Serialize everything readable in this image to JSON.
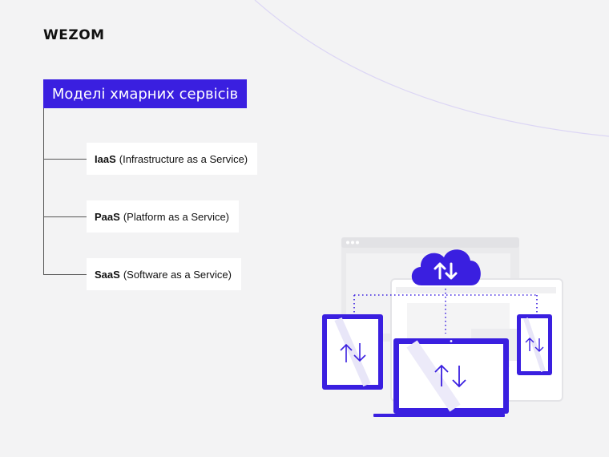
{
  "brand": {
    "logo_text": "WEZOM"
  },
  "diagram": {
    "title": "Моделі хмарних сервісів",
    "items": [
      {
        "abbr": "IaaS",
        "desc": "(Infrastructure as a Service)"
      },
      {
        "abbr": "PaaS",
        "desc": "(Platform as a Service)"
      },
      {
        "abbr": "SaaS",
        "desc": "(Software as a Service)"
      }
    ]
  },
  "colors": {
    "accent": "#3a1fe0",
    "background": "#f3f3f4",
    "arc": "#dcd6f5"
  },
  "illustration": {
    "icons": [
      "cloud-sync-icon",
      "tablet-sync-icon",
      "laptop-sync-icon",
      "phone-sync-icon"
    ]
  }
}
